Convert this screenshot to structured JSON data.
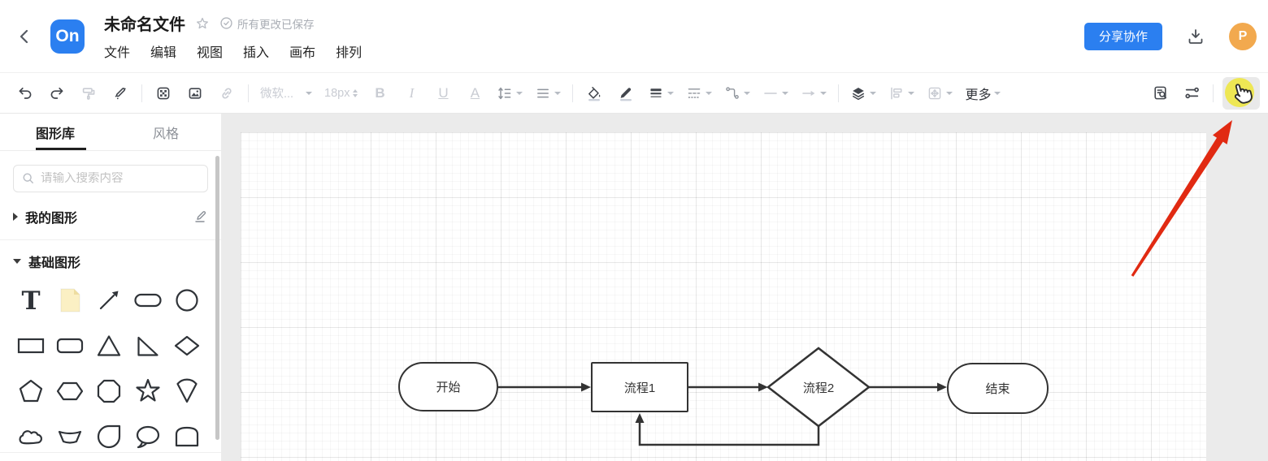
{
  "header": {
    "logo": "On",
    "title": "未命名文件",
    "status_saved": "所有更改已保存",
    "menus": [
      "文件",
      "编辑",
      "视图",
      "插入",
      "画布",
      "排列"
    ],
    "share_button": "分享协作",
    "avatar_initial": "P"
  },
  "toolbar": {
    "font_family": "微软...",
    "font_size": "18px",
    "bold": "B",
    "italic": "I",
    "underline": "U",
    "font_color": "A",
    "more": "更多"
  },
  "sidebar": {
    "tab_shapes": "图形库",
    "tab_style": "风格",
    "search_placeholder": "请输入搜索内容",
    "section_my_shapes": "我的图形",
    "section_basic_shapes": "基础图形",
    "text_shape_glyph": "T",
    "shape_names": [
      "text",
      "note",
      "arrow",
      "stadium",
      "circle",
      "rectangle",
      "rounded-rectangle",
      "triangle",
      "right-triangle",
      "diamond",
      "pentagon",
      "hexagon",
      "octagon",
      "star",
      "sector",
      "cloud",
      "trapezoid",
      "teardrop",
      "speech-bubble",
      "arch-rectangle"
    ]
  },
  "canvas": {
    "nodes": [
      {
        "id": "start",
        "shape": "stadium",
        "label": "开始"
      },
      {
        "id": "process1",
        "shape": "rectangle",
        "label": "流程1"
      },
      {
        "id": "process2",
        "shape": "diamond",
        "label": "流程2"
      },
      {
        "id": "end",
        "shape": "stadium",
        "label": "结束"
      }
    ]
  },
  "colors": {
    "accent_blue": "#2b7ff0",
    "avatar_orange": "#f2a94e",
    "annotation_red": "#e12a12",
    "highlight_yellow": "#eee646",
    "note_yellow": "#fbf0c4"
  }
}
